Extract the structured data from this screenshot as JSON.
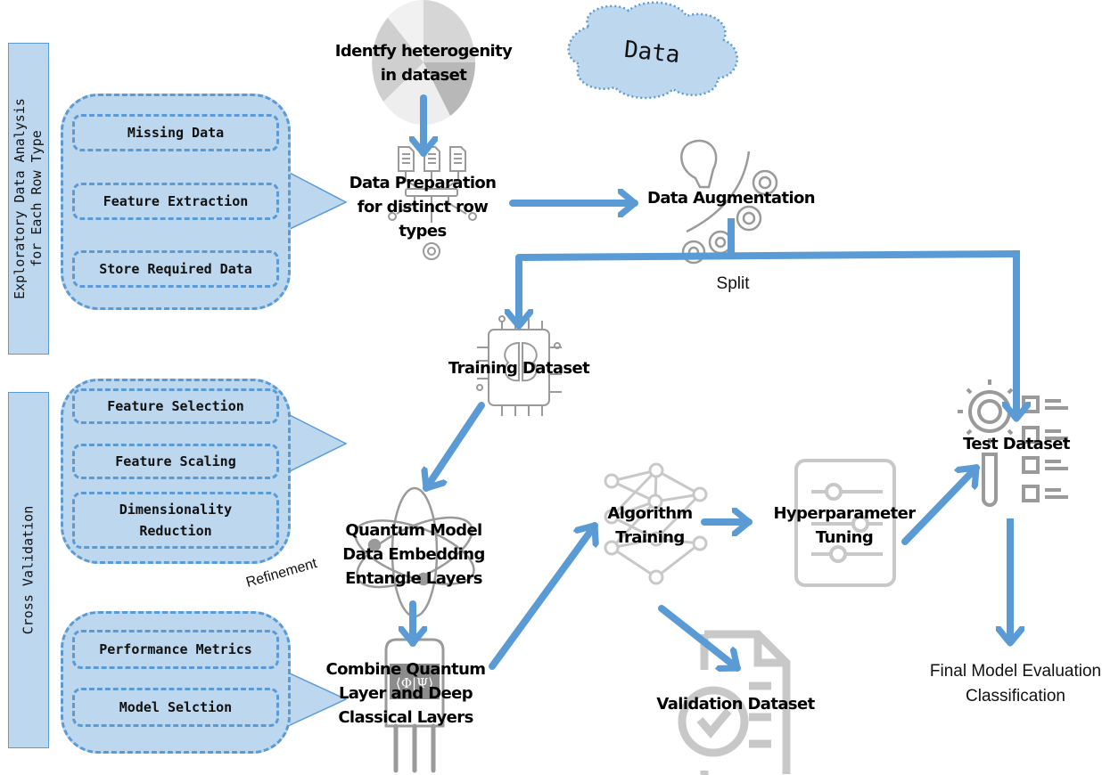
{
  "colors": {
    "accent_blue": "#5b9bd5",
    "panel_fill": "#bdd7ee",
    "icon_gray": "#9a9a9a",
    "icon_light_gray": "#c8c8c8",
    "text": "#000000"
  },
  "sidebar": {
    "eda_label": "Exploratory Data Analysis\nfor Each Row Type",
    "cv_label": "Cross Validation"
  },
  "panels": {
    "eda": {
      "items": [
        "Missing Data",
        "Feature Extraction",
        "Store Required Data"
      ]
    },
    "preprocessing": {
      "items": [
        "Feature Selection",
        "Feature Scaling",
        "Dimensionality Reduction"
      ]
    },
    "evaluation": {
      "items": [
        "Performance Metrics",
        "Model Selction"
      ]
    }
  },
  "cloud": {
    "label": "Data"
  },
  "nodes": {
    "heterogeneity": {
      "label": "Identfy heterogenity\nin dataset",
      "icon": "pie-chart-icon"
    },
    "data_preparation": {
      "label": "Data Preparation\nfor distinct row\ntypes",
      "icon": "documents-network-icon"
    },
    "data_augmentation": {
      "label": "Data Augmentation",
      "icon": "lightbulb-gears-icon"
    },
    "split": {
      "label": "Split"
    },
    "training_dataset": {
      "label": "Training Dataset",
      "icon": "brain-chip-icon"
    },
    "quantum_model": {
      "label": "Quantum Model\nData Embedding\nEntangle Layers",
      "icon": "atom-icon"
    },
    "combine_layers": {
      "label": "Combine Quantum\nLayer and Deep\nClassical Layers",
      "icon": "quantum-chip-icon"
    },
    "algorithm_training": {
      "label": "Algorithm\nTraining",
      "icon": "neural-network-icon"
    },
    "hyperparameter_tuning": {
      "label": "Hyperparameter\nTuning",
      "icon": "sliders-icon"
    },
    "test_dataset": {
      "label": "Test Dataset",
      "icon": "gear-checklist-icon"
    },
    "validation_dataset": {
      "label": "Validation Dataset",
      "icon": "document-check-icon"
    },
    "final_evaluation": {
      "label": "Final Model Evaluation\nClassification"
    }
  },
  "annotations": {
    "refinement": "Refinement"
  },
  "quantum_chip_symbol": "⟨Φ|Ψ⟩"
}
